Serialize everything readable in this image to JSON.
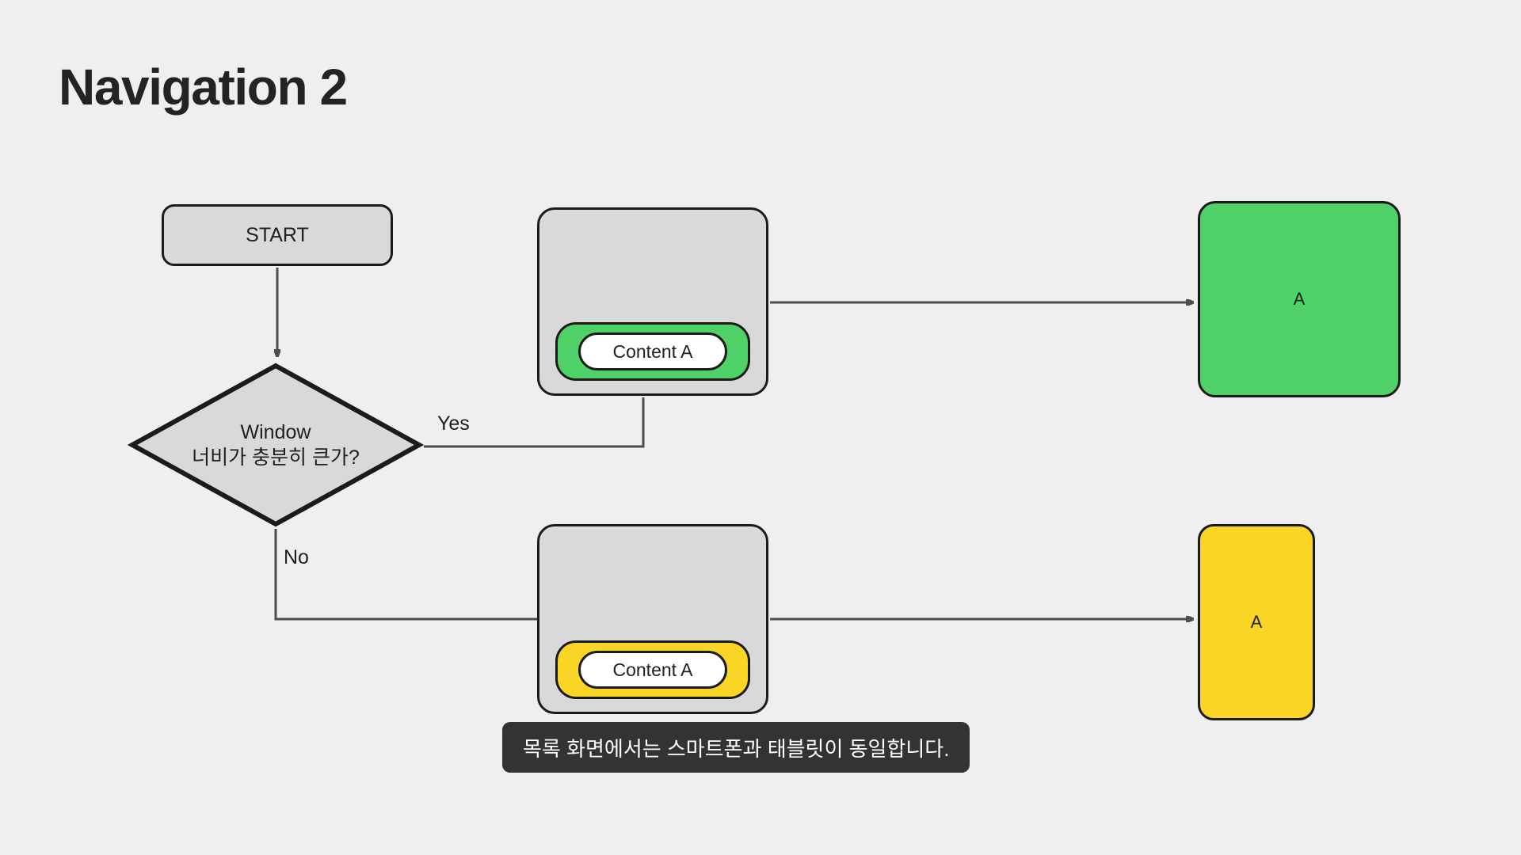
{
  "page": {
    "title": "Navigation 2",
    "background_color": "#efefef"
  },
  "nodes": {
    "start": {
      "label": "START",
      "shape": "rounded-rect",
      "fill": "#d9d9d9"
    },
    "decision": {
      "line1": "Window",
      "line2": "너비가 충분히 큰가?",
      "shape": "diamond",
      "fill": "#d9d9d9"
    },
    "card_green": {
      "content_label": "Content A",
      "band_color": "#4ed268",
      "card_fill": "#d9d9d9",
      "pill_fill": "#ffffff"
    },
    "card_yellow": {
      "content_label": "Content A",
      "band_color": "#fbd525",
      "card_fill": "#d9d9d9",
      "pill_fill": "#ffffff"
    },
    "dest_green": {
      "label": "A",
      "fill": "#4ed268"
    },
    "dest_yellow": {
      "label": "A",
      "fill": "#fbd525"
    }
  },
  "edges": {
    "yes_label": "Yes",
    "no_label": "No",
    "stroke_color": "#4d4d4d"
  },
  "caption": {
    "text": "목록 화면에서는 스마트폰과 태블릿이 동일합니다.",
    "background": "#333333",
    "color": "#ffffff"
  }
}
